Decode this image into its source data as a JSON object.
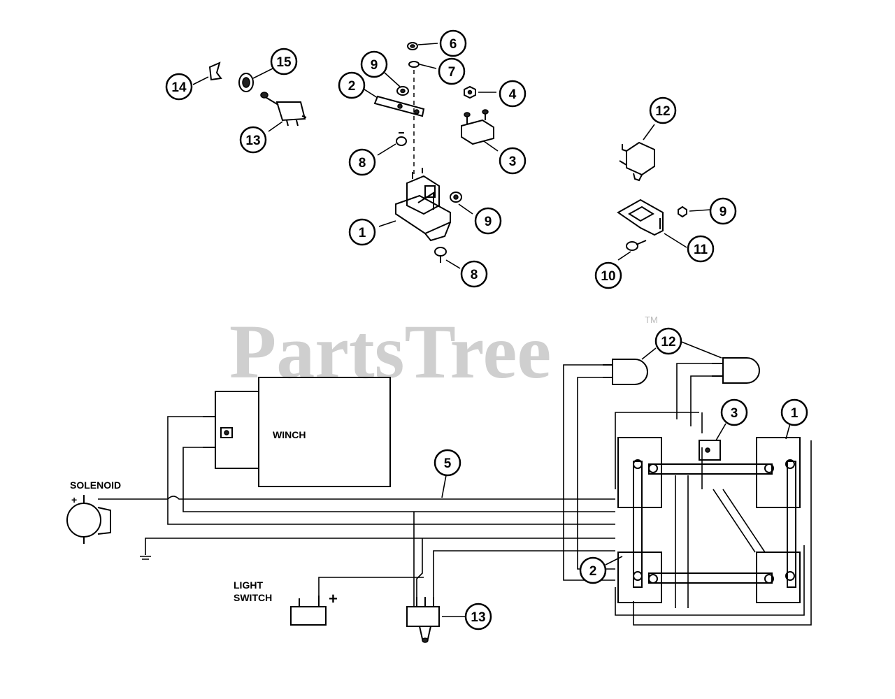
{
  "watermark": {
    "text": "PartsTree",
    "trademark": "TM"
  },
  "labels": {
    "winch": "WINCH",
    "solenoid": "SOLENOID",
    "light_switch_line1": "LIGHT",
    "light_switch_line2": "SWITCH",
    "plus": "+"
  },
  "callouts": {
    "c14": "14",
    "c15": "15",
    "c13a": "13",
    "c9a": "9",
    "c2a": "2",
    "c8a": "8",
    "c6": "6",
    "c7": "7",
    "c4": "4",
    "c3a": "3",
    "c1a": "1",
    "c9b": "9",
    "c8b": "8",
    "c12a": "12",
    "c9c": "9",
    "c11": "11",
    "c10": "10",
    "c12b": "12",
    "c3b": "3",
    "c1b": "1",
    "c5": "5",
    "c2b": "2",
    "c13b": "13"
  }
}
